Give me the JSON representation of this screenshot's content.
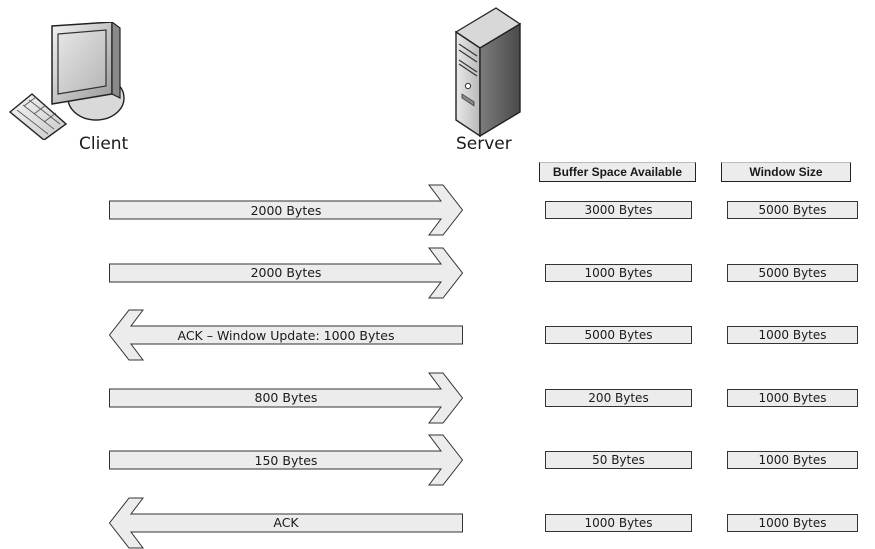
{
  "nodes": {
    "client": {
      "label": "Client",
      "icon": "desktop-computer-icon"
    },
    "server": {
      "label": "Server",
      "icon": "tower-server-icon"
    }
  },
  "columns": {
    "buffer": "Buffer Space Available",
    "window": "Window Size"
  },
  "rows": [
    {
      "message": "2000 Bytes",
      "direction": "client-to-server",
      "buffer": "3000 Bytes",
      "window": "5000 Bytes"
    },
    {
      "message": "2000 Bytes",
      "direction": "client-to-server",
      "buffer": "1000 Bytes",
      "window": "5000 Bytes"
    },
    {
      "message": "ACK – Window Update: 1000 Bytes",
      "direction": "server-to-client",
      "buffer": "5000 Bytes",
      "window": "1000 Bytes"
    },
    {
      "message": "800 Bytes",
      "direction": "client-to-server",
      "buffer": "200 Bytes",
      "window": "1000 Bytes"
    },
    {
      "message": "150 Bytes",
      "direction": "client-to-server",
      "buffer": "50 Bytes",
      "window": "1000 Bytes"
    },
    {
      "message": "ACK",
      "direction": "server-to-client",
      "buffer": "1000 Bytes",
      "window": "1000 Bytes"
    }
  ],
  "colors": {
    "fill": "#ececec",
    "stroke": "#333333",
    "text": "#1a1a1a"
  }
}
